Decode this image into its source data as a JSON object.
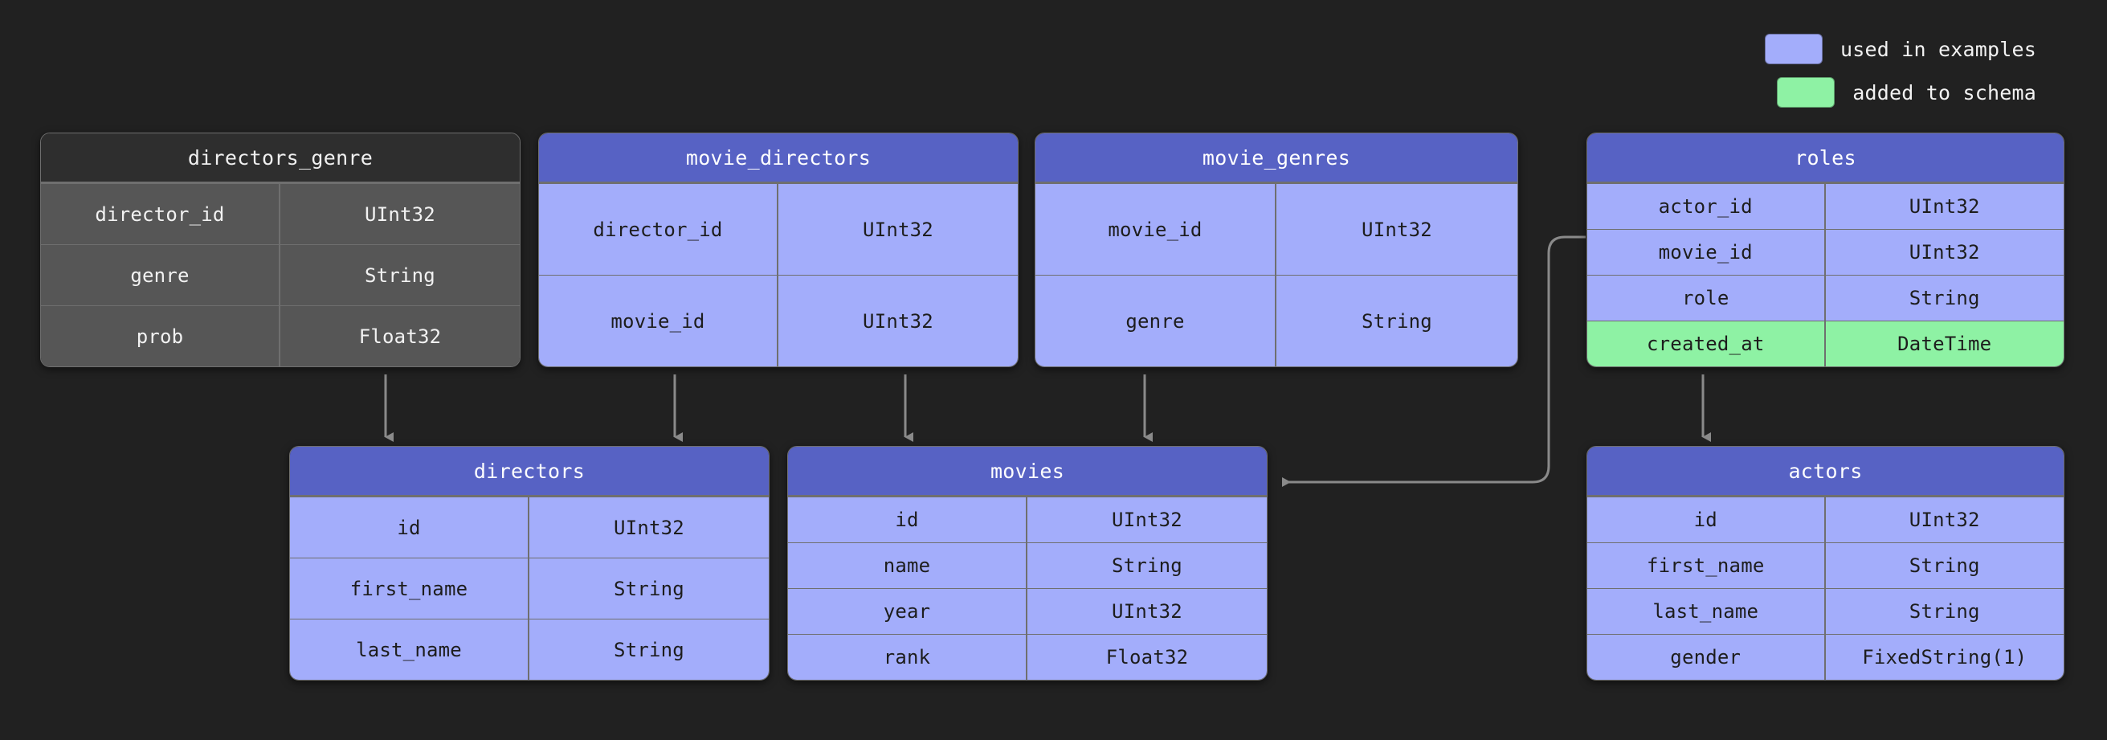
{
  "legend": {
    "items": [
      {
        "label": "used in examples",
        "color": "#a3adfb",
        "key": "used-in-examples"
      },
      {
        "label": "added to schema",
        "color": "#8ef2a4",
        "key": "added-to-schema"
      }
    ]
  },
  "colors": {
    "background": "#212121",
    "header_blue": "#5762c4",
    "row_blue": "#a3adfb",
    "row_green": "#8ef2a4",
    "header_grey": "#2e2e2e",
    "row_grey": "#565656",
    "border": "#6f6f6f",
    "connector": "#8a8a8a"
  },
  "tables": [
    {
      "name": "directors_genre",
      "highlight": "none",
      "columns": [
        {
          "name": "director_id",
          "type": "UInt32",
          "highlight": "none"
        },
        {
          "name": "genre",
          "type": "String",
          "highlight": "none"
        },
        {
          "name": "prob",
          "type": "Float32",
          "highlight": "none"
        }
      ]
    },
    {
      "name": "movie_directors",
      "highlight": "used-in-examples",
      "columns": [
        {
          "name": "director_id",
          "type": "UInt32",
          "highlight": "used-in-examples"
        },
        {
          "name": "movie_id",
          "type": "UInt32",
          "highlight": "used-in-examples"
        }
      ]
    },
    {
      "name": "movie_genres",
      "highlight": "used-in-examples",
      "columns": [
        {
          "name": "movie_id",
          "type": "UInt32",
          "highlight": "used-in-examples"
        },
        {
          "name": "genre",
          "type": "String",
          "highlight": "used-in-examples"
        }
      ]
    },
    {
      "name": "roles",
      "highlight": "used-in-examples",
      "columns": [
        {
          "name": "actor_id",
          "type": "UInt32",
          "highlight": "used-in-examples"
        },
        {
          "name": "movie_id",
          "type": "UInt32",
          "highlight": "used-in-examples"
        },
        {
          "name": "role",
          "type": "String",
          "highlight": "used-in-examples"
        },
        {
          "name": "created_at",
          "type": "DateTime",
          "highlight": "added-to-schema"
        }
      ]
    },
    {
      "name": "directors",
      "highlight": "used-in-examples",
      "columns": [
        {
          "name": "id",
          "type": "UInt32",
          "highlight": "used-in-examples"
        },
        {
          "name": "first_name",
          "type": "String",
          "highlight": "used-in-examples"
        },
        {
          "name": "last_name",
          "type": "String",
          "highlight": "used-in-examples"
        }
      ]
    },
    {
      "name": "movies",
      "highlight": "used-in-examples",
      "columns": [
        {
          "name": "id",
          "type": "UInt32",
          "highlight": "used-in-examples"
        },
        {
          "name": "name",
          "type": "String",
          "highlight": "used-in-examples"
        },
        {
          "name": "year",
          "type": "UInt32",
          "highlight": "used-in-examples"
        },
        {
          "name": "rank",
          "type": "Float32",
          "highlight": "used-in-examples"
        }
      ]
    },
    {
      "name": "actors",
      "highlight": "used-in-examples",
      "columns": [
        {
          "name": "id",
          "type": "UInt32",
          "highlight": "used-in-examples"
        },
        {
          "name": "first_name",
          "type": "String",
          "highlight": "used-in-examples"
        },
        {
          "name": "last_name",
          "type": "String",
          "highlight": "used-in-examples"
        },
        {
          "name": "gender",
          "type": "FixedString(1)",
          "highlight": "used-in-examples"
        }
      ]
    }
  ],
  "relationships": [
    {
      "from": "directors_genre",
      "to": "directors"
    },
    {
      "from": "movie_directors",
      "to": "directors"
    },
    {
      "from": "movie_directors",
      "to": "movies"
    },
    {
      "from": "movie_genres",
      "to": "movies"
    },
    {
      "from": "roles",
      "to": "movies"
    },
    {
      "from": "roles",
      "to": "actors"
    }
  ]
}
